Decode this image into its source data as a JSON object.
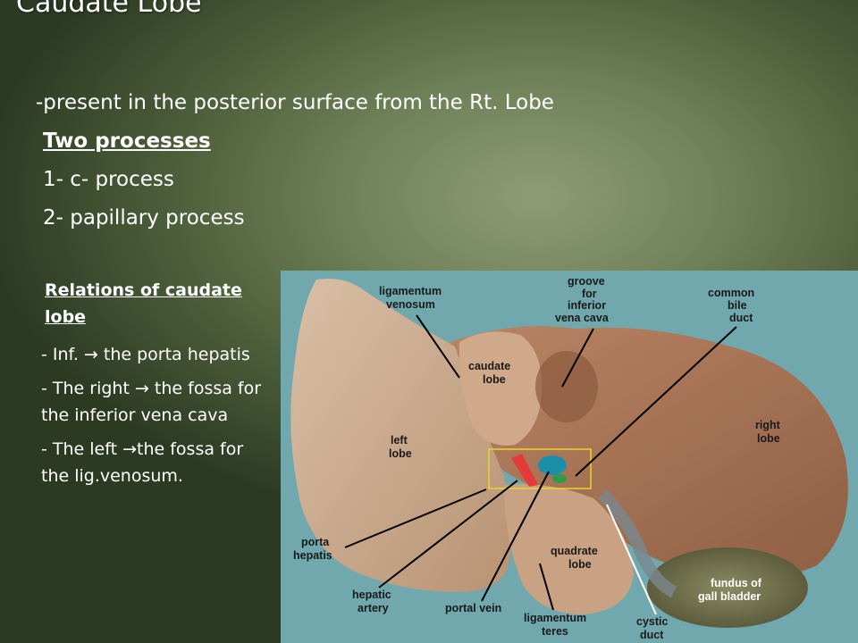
{
  "slide": {
    "title": "Caudate Lobe",
    "lines": [
      "-present in the posterior surface from the Rt. Lobe",
      "Two processes",
      "1- c- process",
      "2- papillary process"
    ],
    "relations": {
      "heading": "Relations of caudate lobe",
      "items": [
        "- Inf. → the porta hepatis",
        "- The right → the fossa for the inferior vena cava",
        "- The left →the fossa for the lig.venosum."
      ]
    }
  },
  "figure": {
    "labels": {
      "ligamentum_venosum": [
        "ligamentum",
        "venosum"
      ],
      "groove": [
        "groove",
        "for",
        "inferior",
        "vena cava"
      ],
      "common_bile_duct": [
        "common",
        "bile",
        "duct"
      ],
      "caudate_lobe": [
        "caudate",
        "lobe"
      ],
      "left_lobe": [
        "left",
        "lobe"
      ],
      "right_lobe": [
        "right",
        "lobe"
      ],
      "porta_hepatis": [
        "porta",
        "hepatis"
      ],
      "quadrate_lobe": [
        "quadrate",
        "lobe"
      ],
      "fundus": [
        "fundus of",
        "gall bladder"
      ],
      "hepatic_artery": [
        "hepatic",
        "artery"
      ],
      "portal_vein": [
        "portal vein"
      ],
      "ligamentum_teres": [
        "ligamentum",
        "teres"
      ],
      "cystic_duct": [
        "cystic",
        "duct"
      ]
    }
  }
}
